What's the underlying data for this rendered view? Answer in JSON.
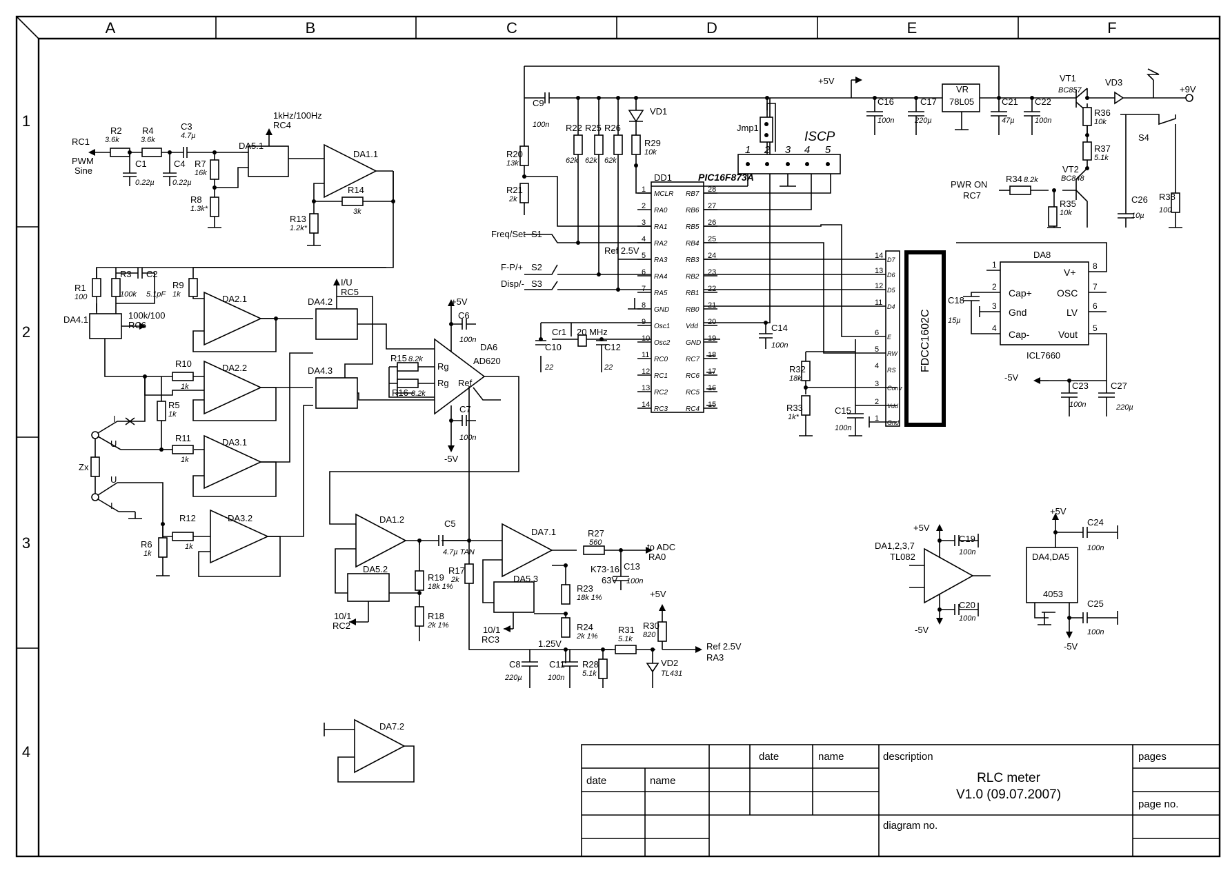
{
  "frame": {
    "columns": [
      "A",
      "B",
      "C",
      "D",
      "E",
      "F"
    ],
    "rows": [
      "1",
      "2",
      "3",
      "4"
    ]
  },
  "title_block": {
    "date_header": "date",
    "name_header": "name",
    "date_header2": "date",
    "name_header2": "name",
    "description_label": "description",
    "title_line1": "RLC meter",
    "title_line2": "V1.0 (09.07.2007)",
    "pages_label": "pages",
    "page_no_label": "page no.",
    "diagram_no_label": "diagram no."
  },
  "signal_section": {
    "rc1": "RC1",
    "pwm": "PWM",
    "sine": "Sine",
    "r2": "R2",
    "r2v": "3.6k",
    "r4": "R4",
    "r4v": "3.6k",
    "c3": "C3",
    "c3v": "4.7µ",
    "c1": "C1",
    "c1v": "0.22µ",
    "c4": "C4",
    "c4v": "0.22µ",
    "r7": "R7",
    "r7v": "16k",
    "r8": "R8",
    "r8v": "1.3k*",
    "da51": "DA5.1",
    "f1k": "1kHz/100Hz",
    "rc4": "RC4",
    "da11": "DA1.1",
    "r14": "R14",
    "r14v": "3k",
    "r13": "R13",
    "r13v": "1.2k*"
  },
  "range_section": {
    "r1": "R1",
    "r1v": "100",
    "r3": "R3",
    "r3v": "100k",
    "c2": "C2",
    "c2v": "5.1pF",
    "r9": "R9",
    "r9v": "1k",
    "da41": "DA4.1",
    "rng": "100k/100",
    "rc6": "RC6",
    "da21": "DA2.1",
    "da22": "DA2.2",
    "da31": "DA3.1",
    "da32": "DA3.2",
    "r10": "R10",
    "r10v": "1k",
    "r5": "R5",
    "r5v": "1k",
    "r11": "R11",
    "r11v": "1k",
    "r12": "R12",
    "r12v": "1k",
    "r6": "R6",
    "r6v": "1k",
    "zx": "Zx",
    "i1": "I",
    "u1": "U",
    "u2": "U",
    "i2": "I",
    "da42": "DA4.2",
    "da43": "DA4.3",
    "iu": "I/U",
    "rc5": "RC5"
  },
  "amp_section": {
    "da6": "DA6",
    "ad620": "AD620",
    "rg": "Rg",
    "ref": "Ref",
    "r15": "R15",
    "r15v": "8.2k",
    "r16": "R16",
    "r16v": "8.2k",
    "c6": "C6",
    "c6v": "100n",
    "c7": "C7",
    "c7v": "100n",
    "p5v": "+5V",
    "m5v": "-5V"
  },
  "detector_section": {
    "da12": "DA1.2",
    "da52": "DA5.2",
    "rc2": "RC2",
    "ten1": "10/1",
    "c5": "C5",
    "c5v": "4.7µ TAN",
    "r19": "R19",
    "r19v": "18k 1%",
    "r18": "R18",
    "r18v": "2k 1%",
    "r17": "R17",
    "r17v": "2k",
    "da71": "DA7.1",
    "da53": "DA5.3",
    "rc3": "RC3",
    "ten2": "10/1",
    "r27": "R27",
    "r27v": "560",
    "toadc": "to ADC",
    "ra0": "RA0",
    "c13": "C13",
    "c13t": "K73-16",
    "c13u": "63V",
    "c13v": "100n",
    "r23": "R23",
    "r23v": "18k 1%",
    "r24": "R24",
    "r24v": "2k 1%",
    "v125": "1.25V",
    "r31": "R31",
    "r31v": "5.1k",
    "r30": "R30",
    "r30v": "820",
    "ref25": "Ref 2.5V",
    "ra3": "RA3",
    "vd2": "VD2",
    "tl431": "TL431",
    "c8": "C8",
    "c8v": "220µ",
    "c11": "C11",
    "c11v": "100n",
    "r28": "R28",
    "r28v": "5.1k",
    "p5v": "+5V",
    "da72": "DA7.2"
  },
  "mcu_section": {
    "dd1": "DD1",
    "pic": "PIC16F873A",
    "left_pins": [
      "MCLR",
      "RA0",
      "RA1",
      "RA2",
      "RA3",
      "RA4",
      "RA5",
      "GND",
      "Osc1",
      "Osc2",
      "RC0",
      "RC1",
      "RC2",
      "RC3"
    ],
    "left_nums": [
      "1",
      "2",
      "3",
      "4",
      "5",
      "6",
      "7",
      "8",
      "9",
      "10",
      "11",
      "12",
      "13",
      "14"
    ],
    "right_pins": [
      "RB7",
      "RB6",
      "RB5",
      "RB4",
      "RB3",
      "RB2",
      "RB1",
      "RB0",
      "Vdd",
      "GND",
      "RC7",
      "RC6",
      "RC5",
      "RC4"
    ],
    "right_nums": [
      "28",
      "27",
      "26",
      "25",
      "24",
      "23",
      "22",
      "21",
      "20",
      "19",
      "18",
      "17",
      "16",
      "15"
    ],
    "c9": "C9",
    "c9v": "100n",
    "r20": "R20",
    "r20v": "13k",
    "r21": "R21",
    "r21v": "2k",
    "r22": "R22",
    "r22v": "62k",
    "r25": "R25",
    "r25v": "62k",
    "r26": "R26",
    "r26v": "62k",
    "vd1": "VD1",
    "r29": "R29",
    "r29v": "10k",
    "freq": "Freq/Set",
    "s1": "S1",
    "fp": "F-P/+",
    "s2": "S2",
    "disp": "Disp/-",
    "s3": "S3",
    "ref25": "Ref 2.5V",
    "cr1": "Cr1",
    "mhz": "20 MHz",
    "c10": "C10",
    "c10v": "22",
    "c12": "C12",
    "c12v": "22",
    "c14": "C14",
    "c14v": "100n",
    "jmp1": "Jmp1",
    "iscp": "ISCP",
    "iscp_pins": [
      "1",
      "2",
      "3",
      "4",
      "5"
    ]
  },
  "lcd_section": {
    "lcd": "FDCC1602C",
    "pins": [
      "D7",
      "D6",
      "D5",
      "D4",
      "E",
      "RW",
      "RS",
      "Contr",
      "Vdd",
      "Gnd"
    ],
    "nums": [
      "14",
      "13",
      "12",
      "11",
      "6",
      "5",
      "4",
      "3",
      "2",
      "1"
    ],
    "r32": "R32",
    "r32v": "18k",
    "r33": "R33",
    "r33v": "1k*",
    "c15": "C15",
    "c15v": "100n"
  },
  "power_section": {
    "p5v": "+5V",
    "vr": "VR",
    "vr_part": "78L05",
    "c16": "C16",
    "c16v": "100n",
    "c17": "C17",
    "c17v": "220µ",
    "c21": "C21",
    "c21v": "47µ",
    "c22": "C22",
    "c22v": "100n",
    "vt1": "VT1",
    "vt1p": "BC857",
    "vd3": "VD3",
    "p9v": "+9V",
    "r36": "R36",
    "r36v": "10k",
    "r37": "R37",
    "r37v": "5.1k",
    "s4": "S4",
    "vt2": "VT2",
    "vt2p": "BC848",
    "pwr": "PWR ON",
    "rc7": "RC7",
    "r34": "R34",
    "r34v": "8.2k",
    "r35": "R35",
    "r35v": "10k",
    "c26": "C26",
    "c26v": "10µ",
    "r38": "R38",
    "r38v": "100",
    "da8": "DA8",
    "icl": "ICL7660",
    "capp": "Cap+",
    "gnd": "Gnd",
    "capm": "Cap-",
    "vp": "V+",
    "osc": "OSC",
    "lv": "LV",
    "vout": "Vout",
    "c18": "C18",
    "c18v": "15µ",
    "m5v": "-5V",
    "c23": "C23",
    "c23v": "100n",
    "c27": "C27",
    "c27v": "220µ"
  },
  "supply_notes": {
    "p5v": "+5V",
    "m5v": "-5V",
    "da1237": "DA1,2,3,7",
    "tl082": "TL082",
    "c19": "C19",
    "c19v": "100n",
    "c20": "C20",
    "c20v": "100n",
    "p5v2": "+5V",
    "m5v2": "-5V",
    "da45": "DA4,DA5",
    "p4053": "4053",
    "c24": "C24",
    "c24v": "100n",
    "c25": "C25",
    "c25v": "100n"
  }
}
